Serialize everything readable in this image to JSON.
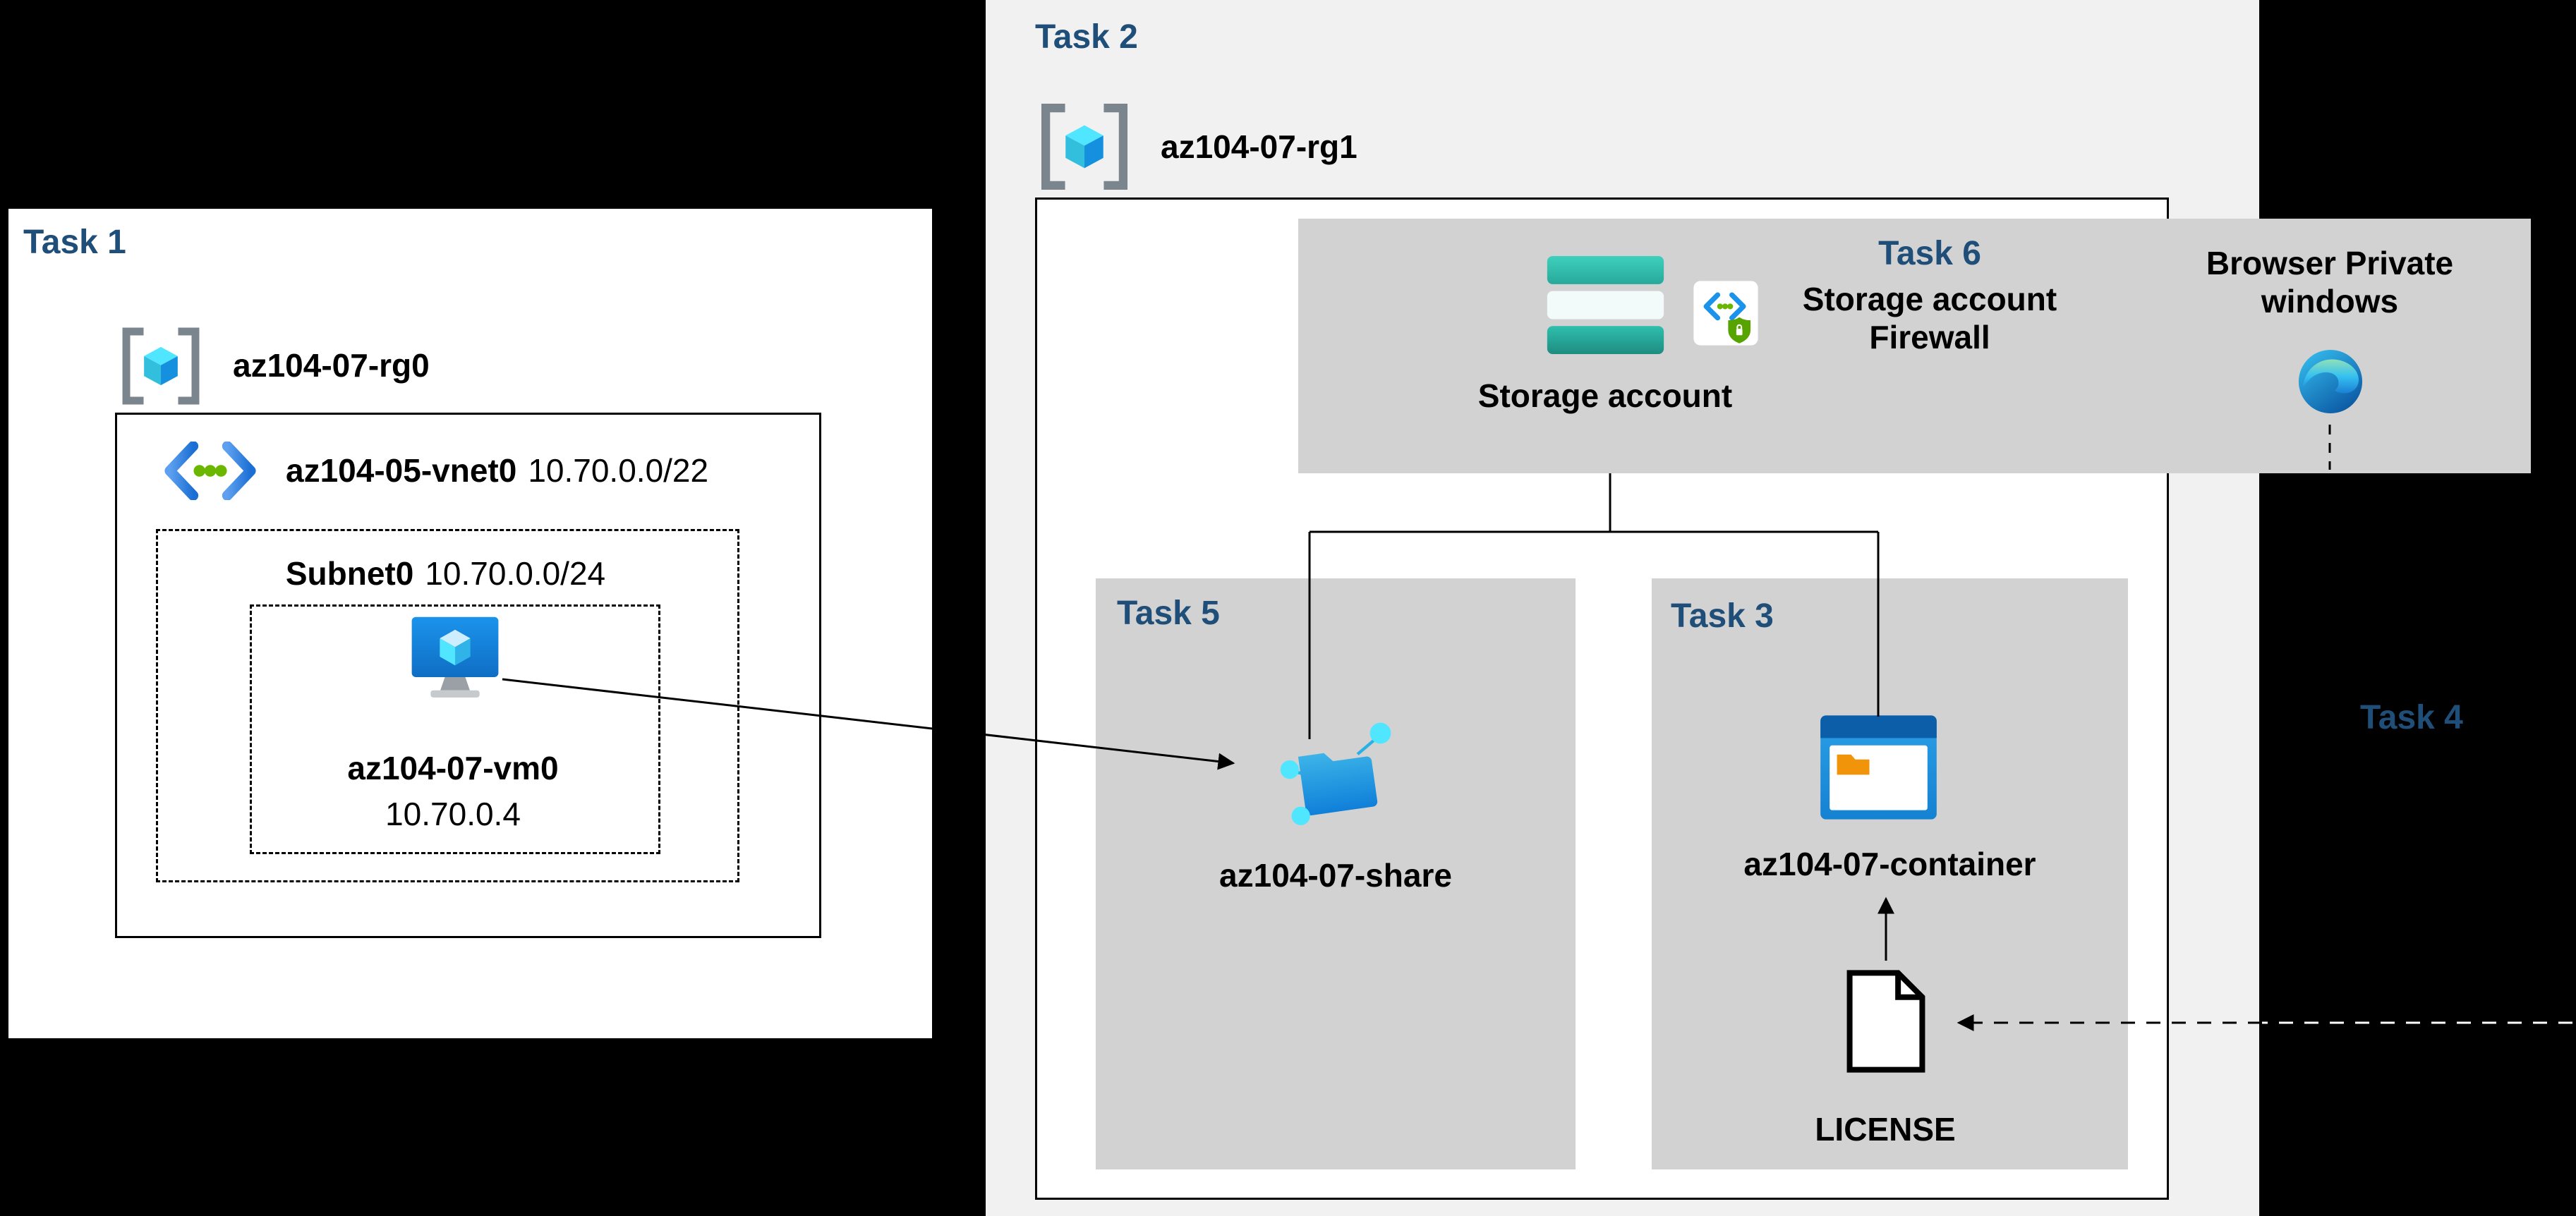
{
  "colors": {
    "background": "#000000",
    "task_label_blue": "#1f4e79",
    "panel_white": "#ffffff",
    "region_light": "#f1f1f1",
    "panel_gray": "#d2d2d2",
    "azure_blue": "#1b93eb",
    "storage_teal": "#35c3b2",
    "cube_cyan": "#50e6ff",
    "dot_green": "#6bb700",
    "folder_orange": "#f2940a"
  },
  "task1": {
    "label": "Task 1",
    "resource_group": "az104-07-rg0",
    "vnet_name": "az104-05-vnet0",
    "vnet_cidr": "10.70.0.0/22",
    "subnet_name": "Subnet0",
    "subnet_cidr": "10.70.0.0/24",
    "vm_name": "az104-07-vm0",
    "vm_ip": "10.70.0.4"
  },
  "task2": {
    "label": "Task 2",
    "resource_group": "az104-07-rg1"
  },
  "task6": {
    "label": "Task 6",
    "line1": "Storage account",
    "line2": "Firewall",
    "storage_label": "Storage account"
  },
  "browser": {
    "line1": "Browser Private",
    "line2": "windows"
  },
  "task5": {
    "label": "Task 5",
    "share_name": "az104-07-share"
  },
  "task3": {
    "label": "Task 3",
    "container_name": "az104-07-container",
    "file_name": "LICENSE"
  },
  "task4": {
    "label": "Task 4"
  },
  "icons": {
    "resource_group": "resource-group-icon",
    "virtual_network": "virtual-network-icon",
    "virtual_machine": "vm-icon",
    "storage_account": "storage-account-icon",
    "storage_firewall": "storage-firewall-icon",
    "edge_browser": "edge-browser-icon",
    "file_share": "file-share-icon",
    "blob_container": "blob-container-icon",
    "license_file": "license-file-icon"
  }
}
